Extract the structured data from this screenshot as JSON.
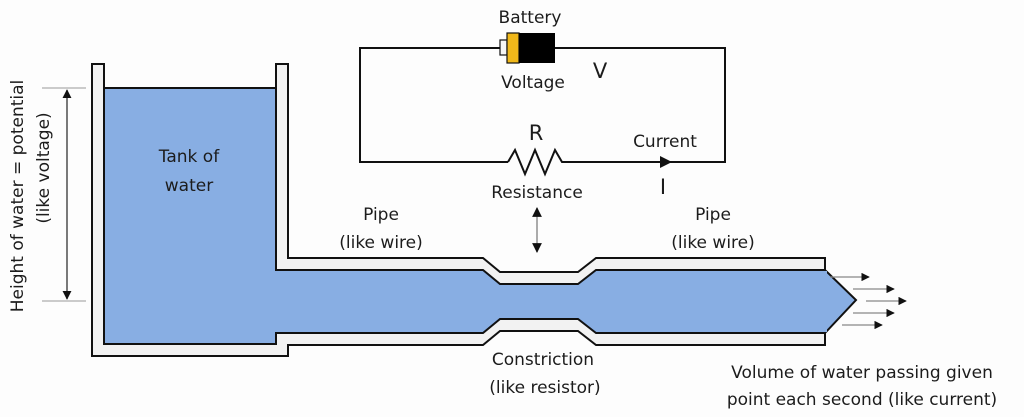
{
  "title": "Water analogy of an electric circuit",
  "colors": {
    "water": "#88aee3",
    "pipe_wall": "#f2f2f2",
    "outline": "#111111",
    "battery_body": "#000000",
    "battery_band": "#f0b81a"
  },
  "circuit": {
    "battery_label": "Battery",
    "voltage_label": "Voltage",
    "voltage_symbol": "V",
    "resistor_symbol": "R",
    "resistance_label": "Resistance",
    "current_label": "Current",
    "current_symbol": "I"
  },
  "tank": {
    "label_line1": "Tank of",
    "label_line2": "water",
    "height_label_line1": "Height of water = potential",
    "height_label_line2": "(like voltage)"
  },
  "pipes": {
    "left_label_line1": "Pipe",
    "left_label_line2": "(like wire)",
    "right_label_line1": "Pipe",
    "right_label_line2": "(like wire)",
    "constriction_line1": "Constriction",
    "constriction_line2": "(like resistor)"
  },
  "flow": {
    "label_line1": "Volume of water passing given",
    "label_line2": "point each second (like current)",
    "arrow_count": 5
  }
}
